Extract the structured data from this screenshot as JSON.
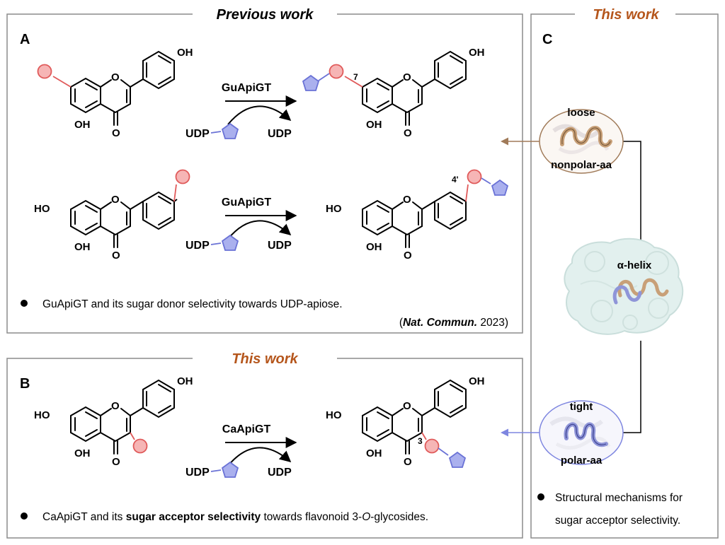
{
  "headers": {
    "previous_work": "Previous work",
    "this_work_c": "This work",
    "this_work_b": "This work"
  },
  "colors": {
    "this_work": "#b5561c",
    "panel_border": "#8c8c8c",
    "red_circle_fill": "#f6b5b5",
    "red_circle_stroke": "#e05a5a",
    "blue_pentagon_fill": "#aab0ee",
    "blue_pentagon_stroke": "#6a72d6",
    "brown_arrow": "#a07a58",
    "blue_arrow": "#7e86e0"
  },
  "panels": {
    "a": {
      "letter": "A",
      "reactions": [
        {
          "enzyme": "GuApiGT",
          "donor": "UDP",
          "product": "UDP",
          "position": "7"
        },
        {
          "enzyme": "GuApiGT",
          "donor": "UDP",
          "product": "UDP",
          "position": "4'"
        }
      ],
      "caption": "GuApiGT and its sugar donor selectivity towards UDP-apiose.",
      "citation": {
        "open": "(",
        "journal": "Nat. Commun.",
        "year": " 2023)"
      }
    },
    "b": {
      "letter": "B",
      "reaction": {
        "enzyme": "CaApiGT",
        "donor": "UDP",
        "product": "UDP",
        "position": "3"
      },
      "caption": {
        "pre": "CaApiGT and its ",
        "bold": "sugar acceptor selectivity",
        "mid": " towards flavonoid 3-",
        "ital": "O",
        "post": "-glycosides."
      }
    },
    "c": {
      "letter": "C",
      "loose_label": "loose",
      "nonpolar_label": "nonpolar-aa",
      "helix_label": "α-helix",
      "tight_label": "tight",
      "polar_label": "polar-aa",
      "caption_line1": "Structural mechanisms for",
      "caption_line2": "sugar acceptor selectivity."
    }
  },
  "atoms": {
    "oh": "OH",
    "ho": "HO",
    "o": "O"
  }
}
